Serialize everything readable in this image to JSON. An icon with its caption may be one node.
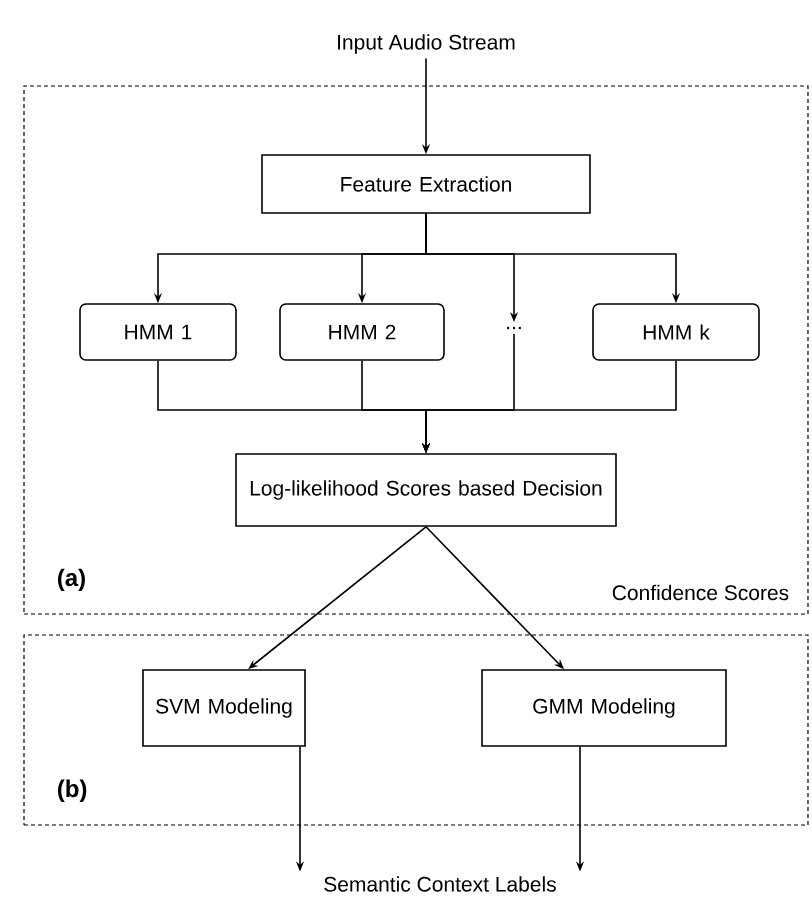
{
  "diagram": {
    "nodes": [
      {
        "text": [
          "Input Audio Stream"
        ]
      },
      {
        "text": [
          "(a)"
        ]
      },
      {
        "text": [
          "Feature Extraction"
        ],
        "in": 1
      },
      {
        "text": [
          "HMM 1"
        ],
        "in": 1
      },
      {
        "text": [
          "HMM 2"
        ],
        "in": 1
      },
      {
        "text": [
          "..."
        ],
        "in": 1
      },
      {
        "text": [
          "HMM k"
        ],
        "in": 1
      },
      {
        "text": [
          "Log-likelihood Scores based Decision"
        ],
        "in": 1
      },
      {
        "text": [
          "(b)"
        ]
      },
      {
        "text": [
          "SVM Modeling"
        ],
        "in": 8
      },
      {
        "text": [
          "GMM Modeling"
        ],
        "in": 8
      },
      {
        "text": [
          "Semantic Context Labels"
        ]
      }
    ],
    "edges": [
      {
        "from": 0,
        "to": 2,
        "arrow": "to"
      },
      {
        "from": 2,
        "to": 3,
        "arrow": "to"
      },
      {
        "from": 2,
        "to": 4,
        "arrow": "to"
      },
      {
        "from": 2,
        "to": 5,
        "arrow": "to"
      },
      {
        "from": 2,
        "to": 6,
        "arrow": "to"
      },
      {
        "from": 3,
        "to": 7,
        "arrow": "to"
      },
      {
        "from": 4,
        "to": 7,
        "arrow": "to"
      },
      {
        "from": 5,
        "to": 7,
        "arrow": "to"
      },
      {
        "from": 6,
        "to": 7,
        "arrow": "to"
      },
      {
        "from": 7,
        "to": 9,
        "arrow": "to"
      },
      {
        "from": 7,
        "to": 10,
        "arrow": "to"
      },
      {
        "from": 9,
        "to": 11,
        "arrow": "to"
      },
      {
        "from": 10,
        "to": 11,
        "arrow": "to"
      }
    ],
    "labels": [
      "Confidence Scores"
    ]
  }
}
